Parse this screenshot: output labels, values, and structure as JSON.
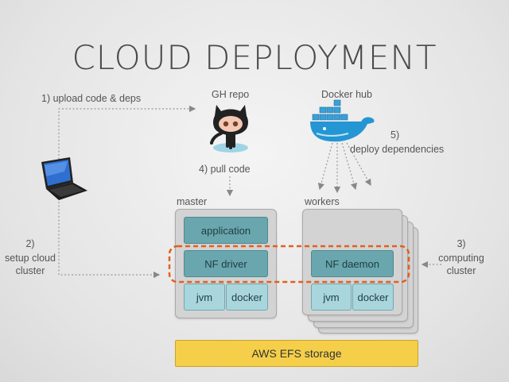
{
  "title": "CLOUD DEPLOYMENT",
  "steps": {
    "upload": "1)  upload code & deps",
    "setup_num": "2)",
    "setup_l1": "setup cloud",
    "setup_l2": "cluster",
    "computing_num": "3)",
    "computing_l1": "computing",
    "computing_l2": "cluster",
    "pull": "4)  pull code",
    "deploy_num": "5)",
    "deploy_text": "deploy dependencies"
  },
  "sources": {
    "gh_repo": "GH repo",
    "docker_hub": "Docker hub"
  },
  "master": {
    "label": "master",
    "application": "application",
    "nf_driver": "NF driver",
    "jvm": "jvm",
    "docker": "docker"
  },
  "workers": {
    "label": "workers",
    "nf_daemon": "NF daemon",
    "jvm": "jvm",
    "docker": "docker"
  },
  "storage": "AWS EFS storage",
  "colors": {
    "accent_dashed": "#e0601e",
    "box_teal": "#6aa6ad",
    "box_light": "#a9d6dc",
    "storage_yellow": "#f5cf4a"
  },
  "icons": [
    "laptop-icon",
    "github-octocat-icon",
    "docker-whale-icon"
  ]
}
